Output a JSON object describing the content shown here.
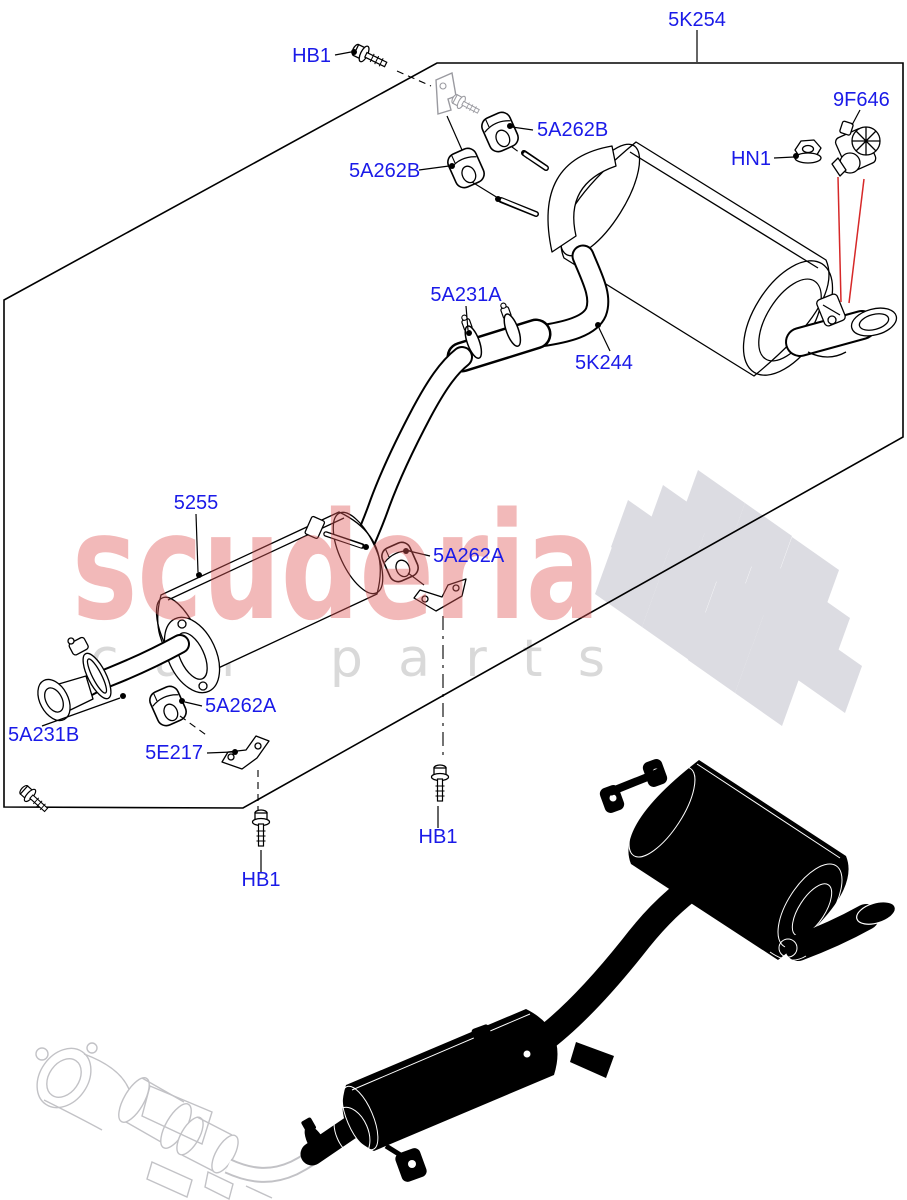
{
  "watermark": {
    "brand": "scuderia",
    "subtext": "car parts",
    "brand_color": "rgba(224,88,88,0.42)",
    "subtext_color": "#d9d9d9",
    "flag_color": "#dcdce2"
  },
  "colors": {
    "label": "#1a1ae8",
    "line": "#000000",
    "arrow": "#d62828",
    "gray_part": "#9a9aa0",
    "thumb_outline": "#c2c2c6"
  },
  "labels": [
    {
      "id": "hb1-top",
      "text": "HB1"
    },
    {
      "id": "5k254",
      "text": "5K254"
    },
    {
      "id": "5a262b-right",
      "text": "5A262B"
    },
    {
      "id": "5a262b-left",
      "text": "5A262B"
    },
    {
      "id": "9f646",
      "text": "9F646"
    },
    {
      "id": "hn1",
      "text": "HN1"
    },
    {
      "id": "5a231a",
      "text": "5A231A"
    },
    {
      "id": "5k244",
      "text": "5K244"
    },
    {
      "id": "5255",
      "text": "5255"
    },
    {
      "id": "5a262a-right",
      "text": "5A262A"
    },
    {
      "id": "5a262a-left",
      "text": "5A262A"
    },
    {
      "id": "5a231b",
      "text": "5A231B"
    },
    {
      "id": "5e217",
      "text": "5E217"
    },
    {
      "id": "hb1-bottom-left",
      "text": "HB1"
    },
    {
      "id": "hb1-bottom-mid",
      "text": "HB1"
    }
  ]
}
